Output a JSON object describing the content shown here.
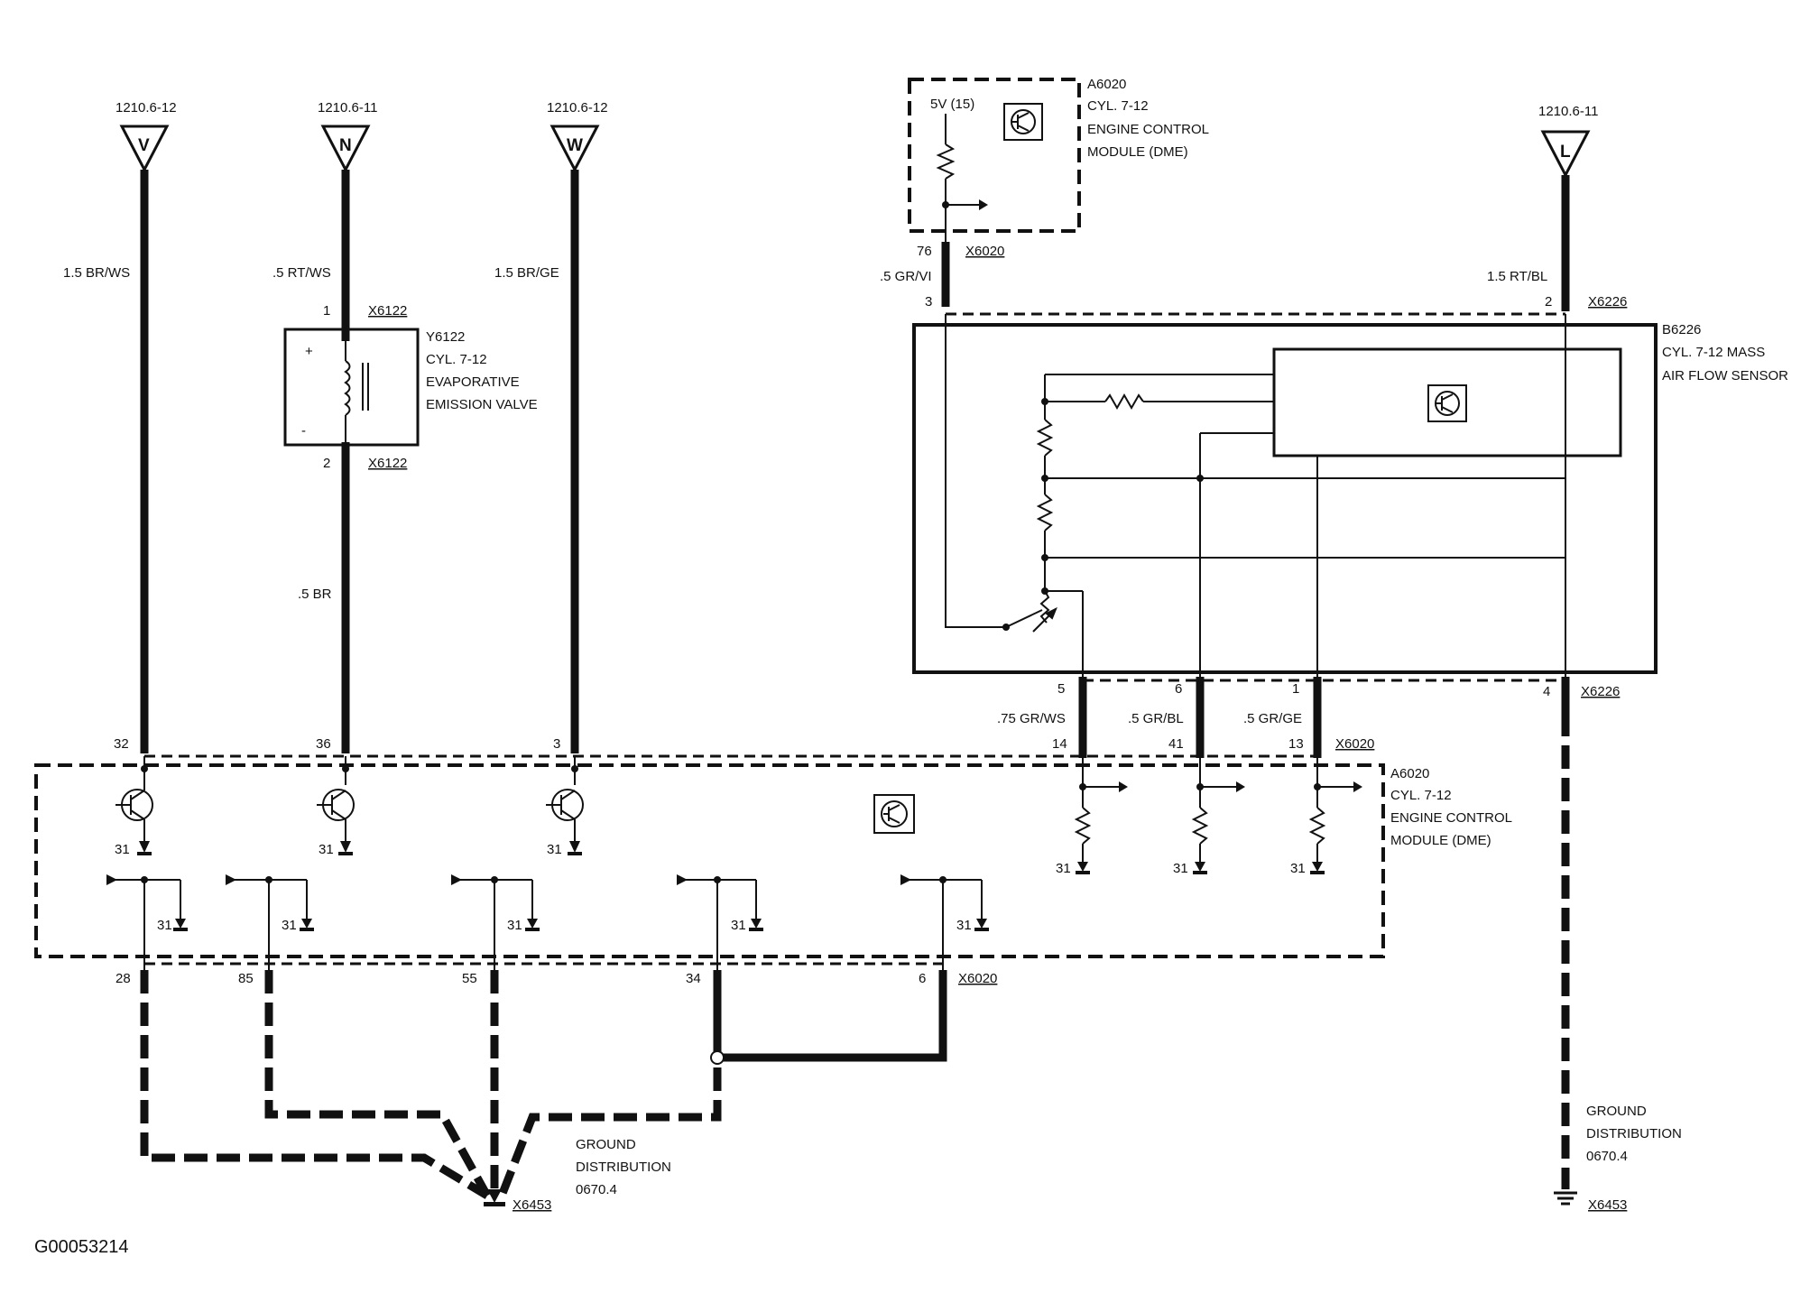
{
  "figure_id": "G00053214",
  "source_refs": {
    "v": "1210.6-12",
    "n": "1210.6-11",
    "w": "1210.6-12",
    "l": "1210.6-11"
  },
  "source_letters": {
    "v": "V",
    "n": "N",
    "w": "W",
    "l": "L"
  },
  "wires": {
    "v": "1.5 BR/WS",
    "n": ".5 RT/WS",
    "w": "1.5 BR/GE",
    "n_lower": ".5 BR",
    "dme_top": ".5 GR/VI",
    "l": "1.5 RT/BL",
    "p5": ".75 GR/WS",
    "p6": ".5 GR/BL",
    "p1": ".5 GR/GE"
  },
  "pins": {
    "p32": "32",
    "p36": "36",
    "p3": "3",
    "y_pin1": "1",
    "y_pin2": "2",
    "p76": "76",
    "p3b": "3",
    "p2b": "2",
    "p5": "5",
    "p6": "6",
    "p1": "1",
    "p4": "4",
    "p14": "14",
    "p41": "41",
    "p13": "13",
    "p28": "28",
    "p85": "85",
    "p55": "55",
    "p34": "34",
    "p6b": "6"
  },
  "connectors": {
    "x6122_a": "X6122",
    "x6122_b": "X6122",
    "x6020_top": "X6020",
    "x6226_top": "X6226",
    "x6226_bot": "X6226",
    "x6020_mid": "X6020",
    "x6020_bot": "X6020",
    "x6453_a": "X6453",
    "x6453_b": "X6453"
  },
  "valve": {
    "lines": [
      "Y6122",
      "CYL. 7-12",
      "EVAPORATIVE",
      "EMISSION VALVE"
    ],
    "plus": "+",
    "minus": "-"
  },
  "dme_top": {
    "voltage": "5V (15)",
    "lines": [
      "A6020",
      "CYL. 7-12",
      "ENGINE CONTROL",
      "MODULE (DME)"
    ]
  },
  "maf": {
    "lines": [
      "B6226",
      "CYL. 7-12 MASS",
      "AIR FLOW SENSOR"
    ]
  },
  "dme_main": {
    "lines": [
      "A6020",
      "CYL. 7-12",
      "ENGINE CONTROL",
      "MODULE (DME)"
    ]
  },
  "ground_labels": {
    "g1": "31",
    "g2": "31",
    "g3": "31",
    "g4": "31",
    "g5": "31",
    "g6": "31",
    "g7": "31",
    "g8": "31",
    "g9": "31",
    "g10": "31",
    "g11": "31"
  },
  "ground_left": [
    "GROUND",
    "DISTRIBUTION",
    "0670.4"
  ],
  "ground_right": [
    "GROUND",
    "DISTRIBUTION",
    "0670.4"
  ]
}
